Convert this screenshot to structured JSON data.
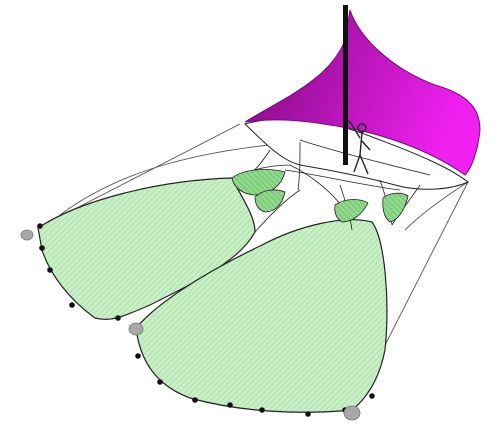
{
  "colors": {
    "background": "#ffffff",
    "net_fill": "#c9efc6",
    "net_hatch": "#9fd69a",
    "pocket_fill": "#8fd88c",
    "sail_dark": "#7a0a7a",
    "sail_light": "#f020f0",
    "mast": "#111111",
    "outline": "#222222",
    "rope": "#555555",
    "float_black": "#111111",
    "buoy_grey": "#a8a8a8"
  },
  "icons": {
    "sail": "sail-shape",
    "mast": "mast-pole",
    "fisherman": "stick-figure",
    "left_net_wing": "net-wing",
    "right_net_wing": "net-wing",
    "net_pocket": "net-pocket",
    "sinker": "filled-dot",
    "buoy": "grey-oval"
  },
  "net": {
    "pocket_count": 4,
    "sinker_count": 13,
    "buoy_count": 3
  }
}
